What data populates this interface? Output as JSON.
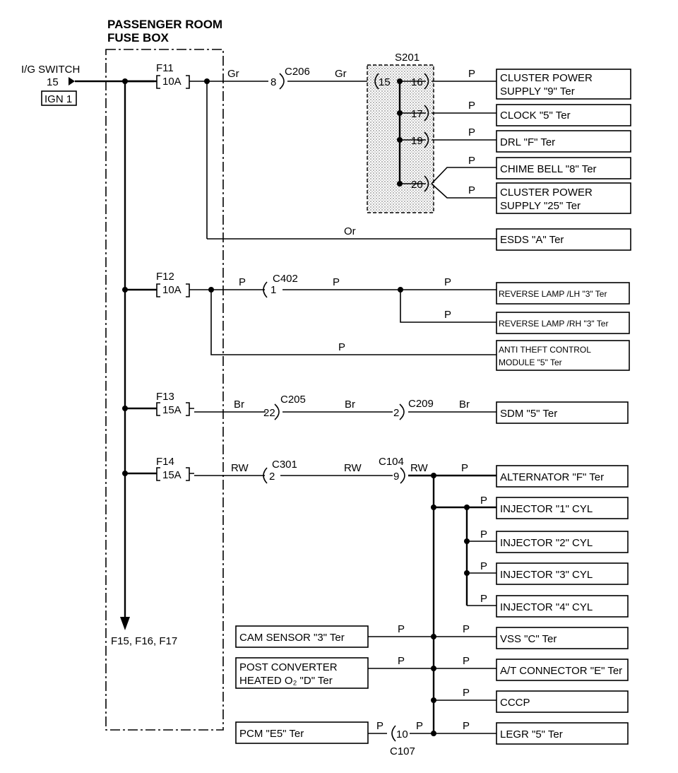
{
  "title": [
    "PASSENGER ROOM",
    "FUSE BOX"
  ],
  "source": {
    "name": "I/G SWITCH",
    "pin": "15",
    "tag": "IGN 1"
  },
  "fuses": [
    {
      "name": "F11",
      "rating": "10A"
    },
    {
      "name": "F12",
      "rating": "10A"
    },
    {
      "name": "F13",
      "rating": "15A"
    },
    {
      "name": "F14",
      "rating": "15A"
    }
  ],
  "bus_continuation": "F15, F16, F17",
  "splice": {
    "name": "S201",
    "pins": [
      "15",
      "16",
      "17",
      "19",
      "20"
    ]
  },
  "connectors": [
    {
      "name": "C206",
      "pin": "8"
    },
    {
      "name": "C402",
      "pin": "1"
    },
    {
      "name": "C205",
      "pin": "22"
    },
    {
      "name": "C209",
      "pin": "2"
    },
    {
      "name": "C301",
      "pin": "2"
    },
    {
      "name": "C104",
      "pin": "9"
    },
    {
      "name": "C107",
      "pin": "10"
    }
  ],
  "wire_colors": {
    "gr": "Gr",
    "p": "P",
    "or": "Or",
    "br": "Br",
    "rw": "RW"
  },
  "terminals": [
    [
      "CLUSTER POWER",
      "SUPPLY \"9\" Ter"
    ],
    [
      "CLOCK \"5\" Ter"
    ],
    [
      "DRL \"F\" Ter"
    ],
    [
      "CHIME BELL \"8\" Ter"
    ],
    [
      "CLUSTER POWER",
      "SUPPLY \"25\" Ter"
    ],
    [
      "ESDS \"A\" Ter"
    ],
    [
      "REVERSE LAMP /LH \"3\" Ter"
    ],
    [
      "REVERSE LAMP /RH \"3\" Ter"
    ],
    [
      "ANTI THEFT CONTROL",
      "MODULE \"5\" Ter"
    ],
    [
      "SDM \"5\" Ter"
    ],
    [
      "ALTERNATOR \"F\" Ter"
    ],
    [
      "INJECTOR \"1\" CYL"
    ],
    [
      "INJECTOR \"2\" CYL"
    ],
    [
      "INJECTOR \"3\" CYL"
    ],
    [
      "INJECTOR \"4\" CYL"
    ],
    [
      "VSS \"C\" Ter"
    ],
    [
      "A/T CONNECTOR \"E\" Ter"
    ],
    [
      "CCCP"
    ],
    [
      "LEGR \"5\" Ter"
    ]
  ],
  "left_terminals": [
    [
      "CAM SENSOR \"3\" Ter"
    ],
    [
      "POST CONVERTER",
      "HEATED O₂ \"D\" Ter"
    ],
    [
      "PCM \"E5\" Ter"
    ]
  ]
}
